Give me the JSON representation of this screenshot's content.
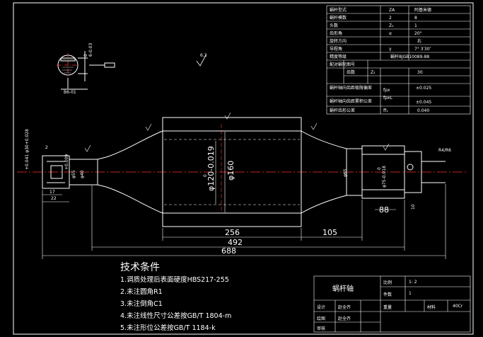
{
  "spec_table": {
    "rows": [
      [
        "蜗杆型式",
        "ZA",
        "阿基米德"
      ],
      [
        "蜗杆模数",
        "2",
        "8"
      ],
      [
        "头数",
        "Z₁",
        "1"
      ],
      [
        "齿形角",
        "α",
        "20°"
      ],
      [
        "旋转方向",
        "",
        "右"
      ],
      [
        "导程角",
        "γ",
        "7° 3′30″"
      ],
      [
        "精度等级",
        "",
        "蜗杆8JGB10089-88"
      ],
      [
        "配对蜗轮",
        "图号",
        ""
      ],
      [
        "",
        "齿数",
        "Z₂",
        "30"
      ],
      [
        "蜗杆轴向齿距极限偏差",
        "fpx",
        "±0.025"
      ],
      [
        "蜗杆轴向齿距累积公差",
        "fpxL",
        "±0.045"
      ],
      [
        "蜗杆齿形公差",
        "ff₁",
        "0.040"
      ]
    ]
  },
  "dimensions": {
    "len_total": "688",
    "len_492": "492",
    "len_256": "256",
    "len_105": "105",
    "len_88": "88",
    "len_22": "22",
    "len_17": "17",
    "dia_160": "φ160",
    "dia_120": "φ120-0.019",
    "dia_120_top": "0",
    "dia_75": "φ75-0.018",
    "dia_75_top": "0",
    "dia_40": "φ40",
    "dia_55": "φ55",
    "dia_65": "φ65",
    "keyway": "6-0.03",
    "keyway_top": "0",
    "left_tol": "+0.041 φ30+0.028",
    "tol_009": "+0.009",
    "roughness": "6.3",
    "section": "B6-01",
    "chamfer": "R4/R6",
    "small_2": "2",
    "small_10": "10"
  },
  "notes": {
    "title": "技术条件",
    "items": [
      "1.调质处理后表面硬度HBS217-255",
      "2.未注圆角R1",
      "3.未注倒角C1",
      "4.未注线性尺寸公差按GB/T 1804-m",
      "5.未注形位公差按GB/T 1184-k"
    ]
  },
  "title_block": {
    "part_name": "蜗杆轴",
    "scale_label": "比例",
    "scale_value": "1: 2",
    "qty_label": "件数",
    "qty_value": "1",
    "design_label": "设计",
    "design_name": "赵全齐",
    "check_label": "绘图",
    "check_name": "赵全齐",
    "review_label": "审核",
    "weight_label": "重量",
    "material_label": "材料",
    "material_value": "40Cr"
  }
}
